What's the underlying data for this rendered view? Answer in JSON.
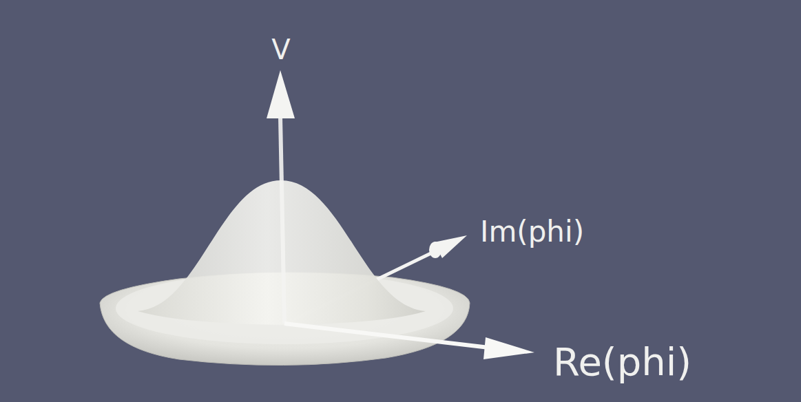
{
  "diagram": {
    "labels": [
      "V",
      "Im(phi)",
      "Re(phi)"
    ]
  }
}
